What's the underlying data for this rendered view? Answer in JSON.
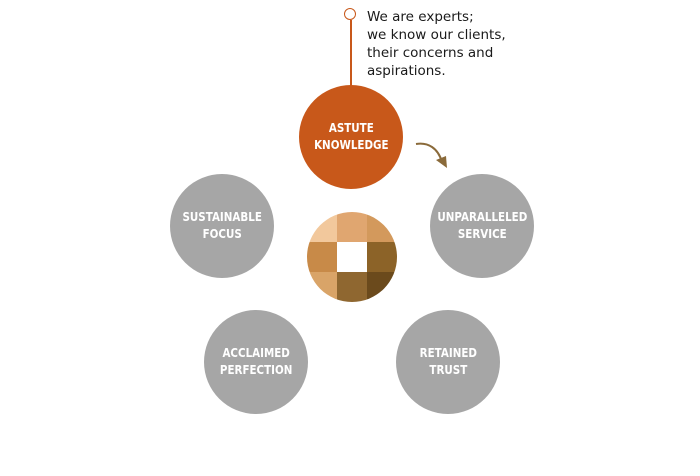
{
  "callout": {
    "lines": [
      "We are experts;",
      "we know our clients,",
      "their concerns and",
      "aspirations."
    ]
  },
  "nodes": {
    "top": {
      "line1": "ASTUTE",
      "line2": "KNOWLEDGE"
    },
    "right": {
      "line1": "UNPARALLELED",
      "line2": "SERVICE"
    },
    "left": {
      "line1": "SUSTAINABLE",
      "line2": "FOCUS"
    },
    "bottom_left": {
      "line1": "ACCLAIMED",
      "line2": "PERFECTION"
    },
    "bottom_right": {
      "line1": "RETAINED",
      "line2": "TRUST"
    }
  },
  "colors": {
    "accent": "#c8581a",
    "node_gray": "#a6a6a6",
    "arrow": "#8a6a3a",
    "hub_tiles": [
      "#f2c89c",
      "#e0a670",
      "#d3995c",
      "#c88a48",
      "#ffffff",
      "#8c6328",
      "#d9a468",
      "#8f6730",
      "#6b4a1c"
    ]
  },
  "icons": {
    "pin": "circle-pin-icon",
    "arrow": "curved-arrow-icon",
    "hub": "mosaic-logo-icon"
  }
}
